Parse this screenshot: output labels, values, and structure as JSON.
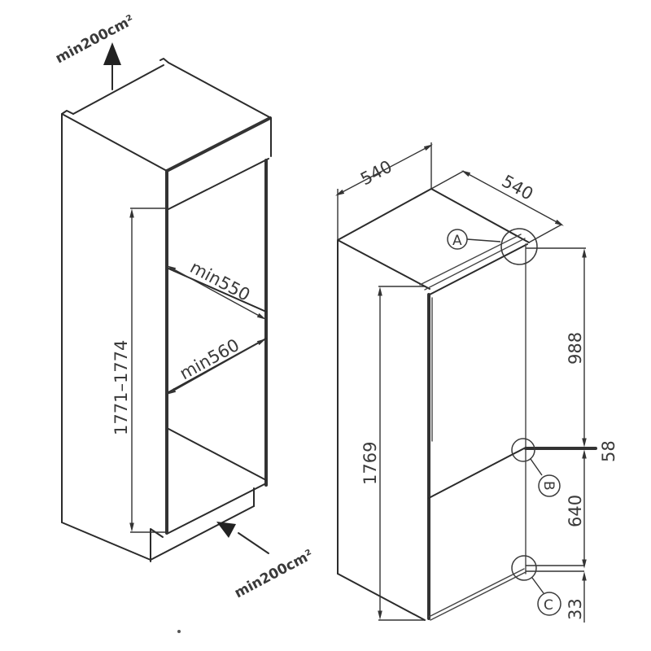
{
  "diagram": {
    "type": "built-in refrigerator installation drawing",
    "colors": {
      "line": "#2b2b2b",
      "text": "#3a3a3a",
      "background": "#ffffff"
    },
    "niche": {
      "ventilation_top": {
        "label": "min200cm²"
      },
      "ventilation_bottom": {
        "label": "min200cm²"
      },
      "height": {
        "label": "1771–1774"
      },
      "depth": {
        "label": "min550"
      },
      "width": {
        "label": "min560"
      }
    },
    "appliance": {
      "width": {
        "label": "540"
      },
      "depth": {
        "label": "540"
      },
      "height": {
        "label": "1769"
      },
      "upper_door": {
        "label": "988"
      },
      "gap": {
        "label": "58"
      },
      "lower_door": {
        "label": "640"
      },
      "bottom": {
        "label": "33"
      },
      "callouts": [
        {
          "id": "A",
          "label": "A"
        },
        {
          "id": "B",
          "label": "B"
        },
        {
          "id": "C",
          "label": "C"
        }
      ]
    }
  }
}
